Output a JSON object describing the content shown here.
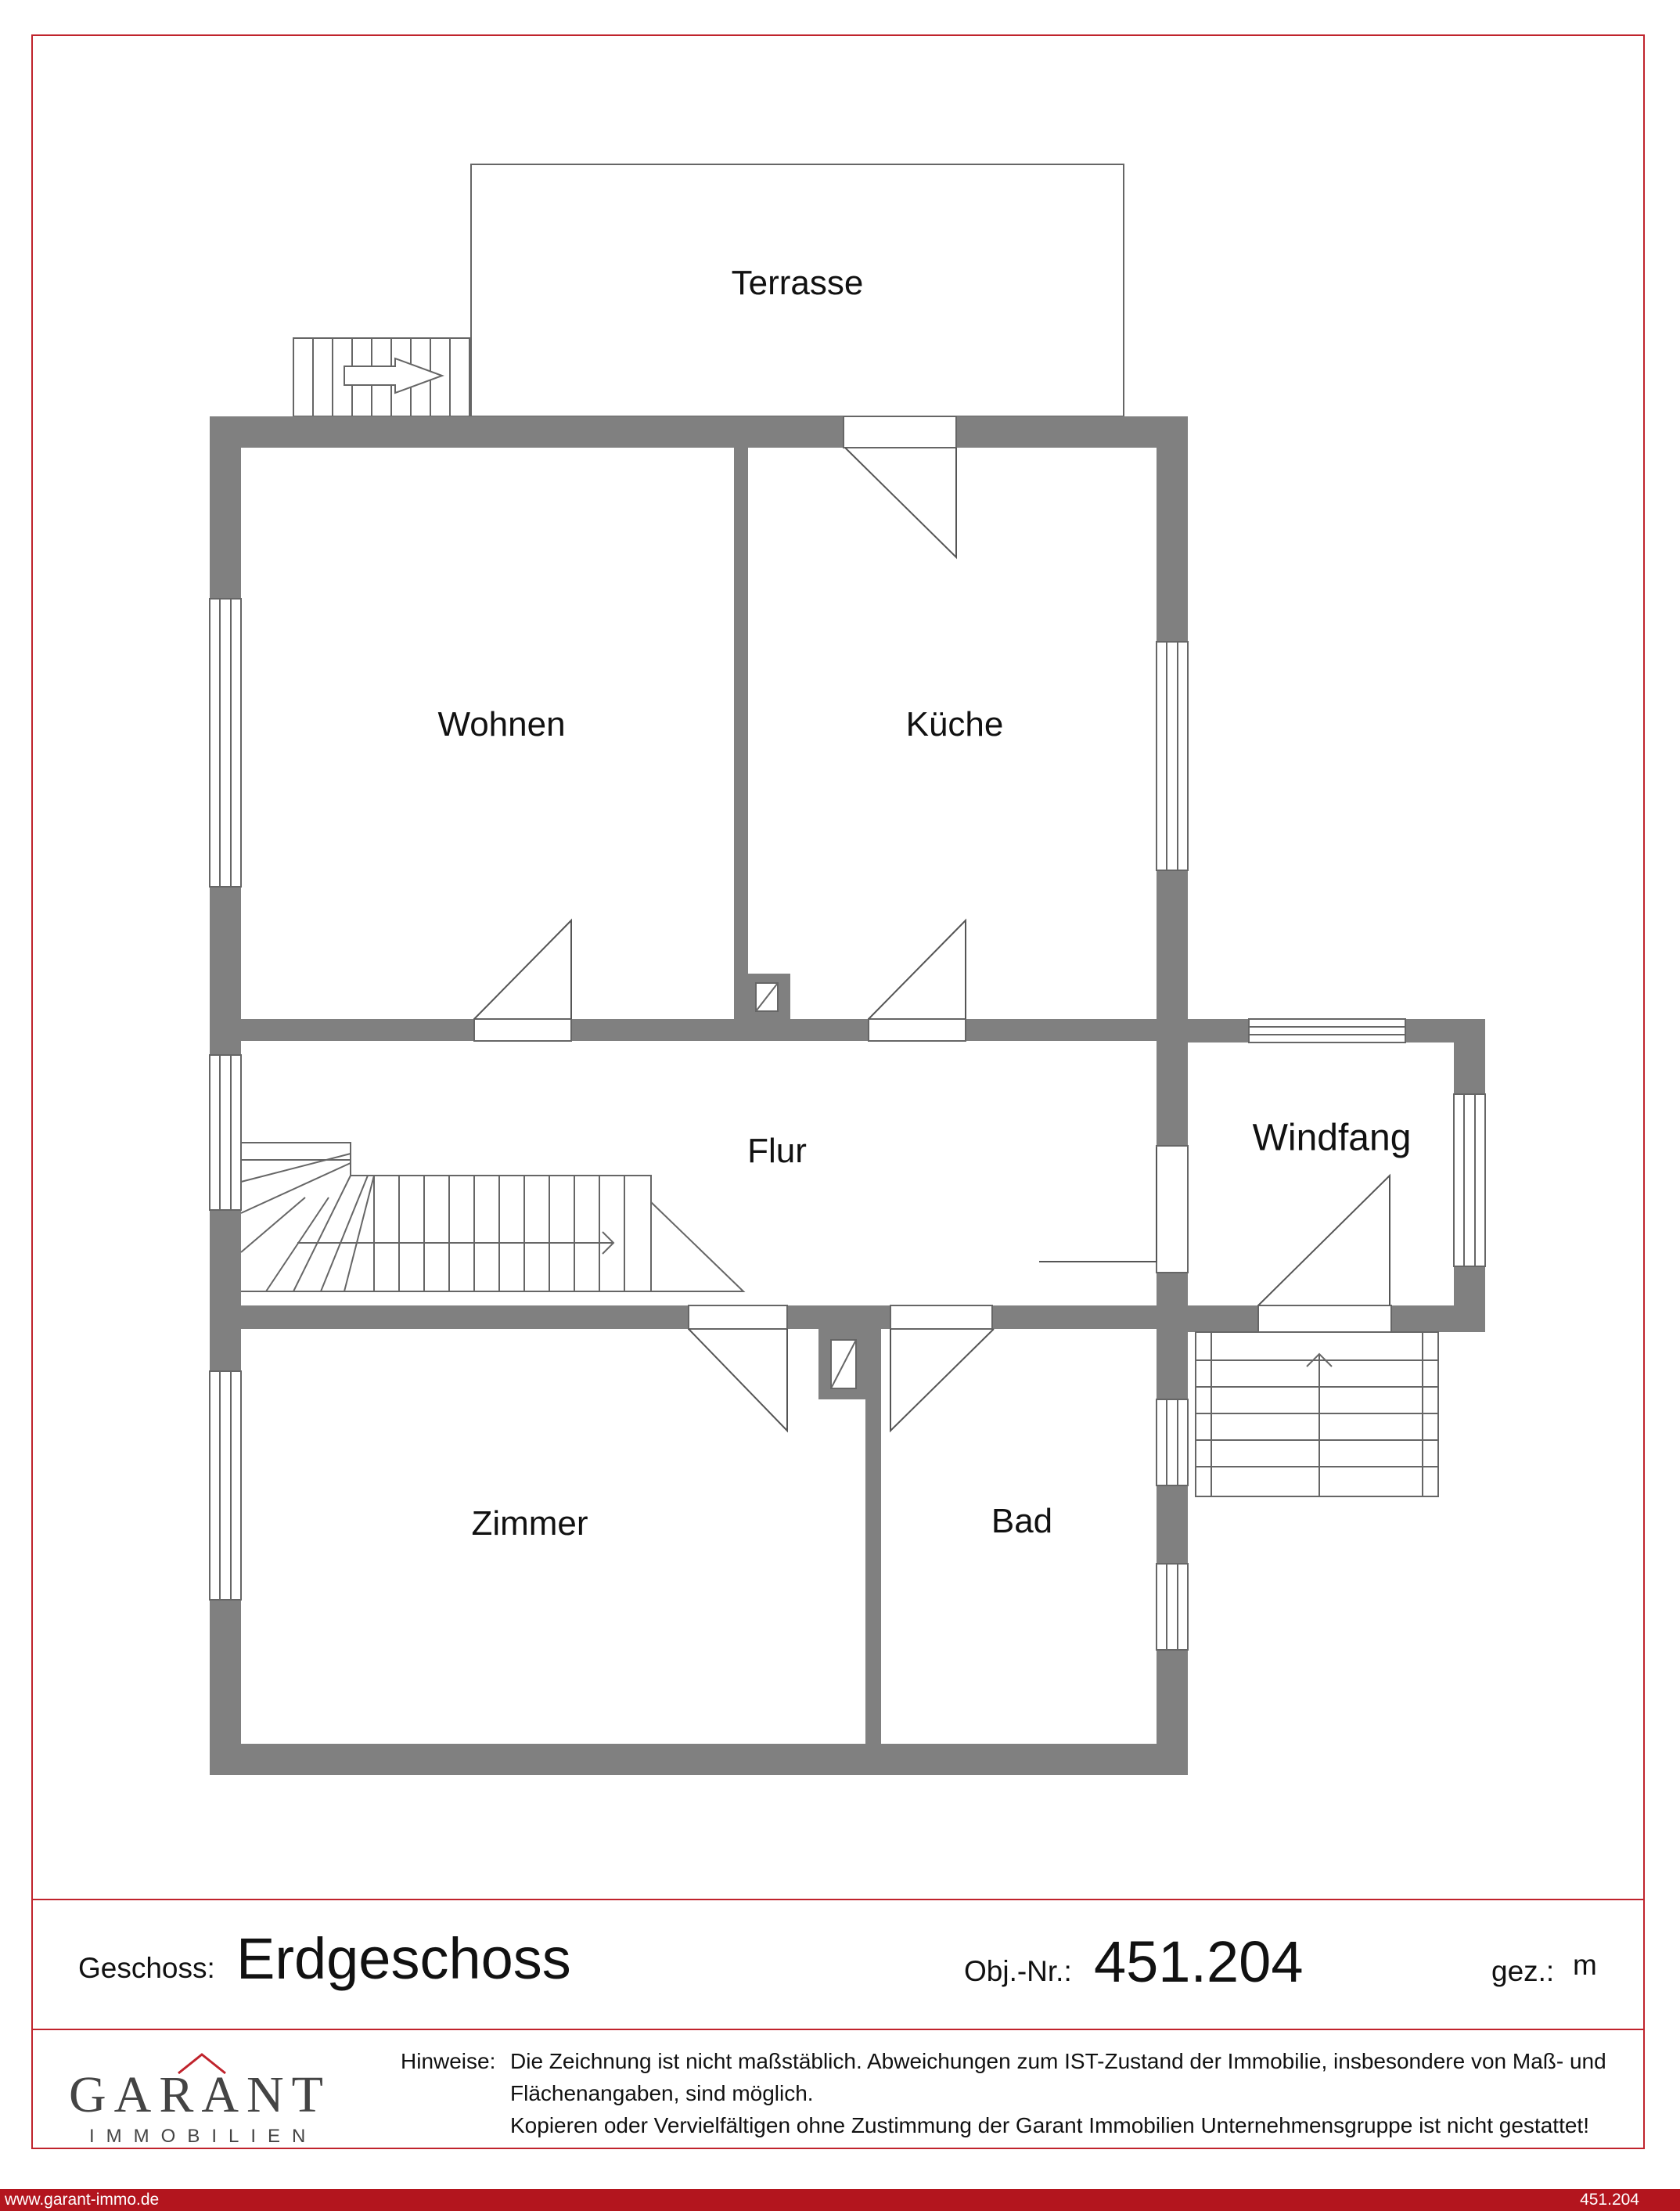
{
  "rooms": {
    "terrasse": "Terrasse",
    "wohnen": "Wohnen",
    "kueche": "Küche",
    "flur": "Flur",
    "windfang": "Windfang",
    "zimmer": "Zimmer",
    "bad": "Bad"
  },
  "info": {
    "geschoss_label": "Geschoss:",
    "geschoss_value": "Erdgeschoss",
    "obj_label": "Obj.-Nr.:",
    "obj_value": "451.204",
    "gez_label": "gez.:",
    "gez_value": "m"
  },
  "notice": {
    "lead": "Hinweise:",
    "line1": "Die Zeichnung ist nicht maßstäblich. Abweichungen zum IST-Zustand der Immobilie, insbesondere von Maß- und",
    "line2": "Flächenangaben, sind möglich.",
    "line3": "Kopieren oder Vervielfältigen ohne Zustimmung der Garant Immobilien Unternehmensgruppe ist nicht gestattet!"
  },
  "logo": {
    "name": "GARANT",
    "sub": "IMMOBILIEN"
  },
  "footer": {
    "url": "www.garant-immo.de",
    "obj": "451.204"
  },
  "colors": {
    "wall": "#808080",
    "frame": "#c0232c",
    "footer": "#b3151e"
  }
}
